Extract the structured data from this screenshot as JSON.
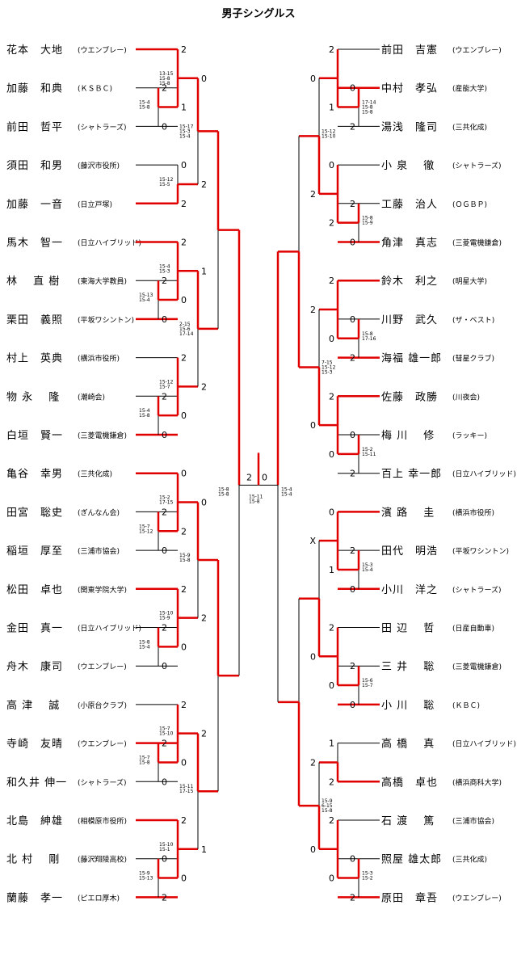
{
  "title": "男子シングルス",
  "left_players": [
    {
      "name": "花本　大地",
      "club": "(ウエンブレー)"
    },
    {
      "name": "加藤　和典",
      "club": "(ＫＳＢＣ)"
    },
    {
      "name": "前田　哲平",
      "club": "(シャトラーズ)"
    },
    {
      "name": "須田　和男",
      "club": "(藤沢市役所)"
    },
    {
      "name": "加藤　一音",
      "club": "(日立戸塚)"
    },
    {
      "name": "馬木　智一",
      "club": "(日立ハイブリッド)"
    },
    {
      "name": "林　 直 樹",
      "club": "(東海大学教員)"
    },
    {
      "name": "栗田　義照",
      "club": "(平坂ワシントン)"
    },
    {
      "name": "村上　英典",
      "club": "(横浜市役所)"
    },
    {
      "name": "物 永　 隆",
      "club": "(潮崎会)"
    },
    {
      "name": "白垣　賢一",
      "club": "(三菱電機鎌倉)"
    },
    {
      "name": "亀谷　幸男",
      "club": "(三共化成)"
    },
    {
      "name": "田宮　聡史",
      "club": "(ぎんなん会)"
    },
    {
      "name": "稲垣　厚至",
      "club": "(三浦市協会)"
    },
    {
      "name": "松田　卓也",
      "club": "(関東学院大学)"
    },
    {
      "name": "金田　真一",
      "club": "(日立ハイブリッド)"
    },
    {
      "name": "舟木　康司",
      "club": "(ウエンブレー)"
    },
    {
      "name": "高 津　 誠",
      "club": "(小原台クラブ)"
    },
    {
      "name": "寺崎　友晴",
      "club": "(ウエンブレー)"
    },
    {
      "name": "和久井 伸一",
      "club": "(シャトラーズ)"
    },
    {
      "name": "北島　紳雄",
      "club": "(相模原市役所)"
    },
    {
      "name": "北 村　 剛",
      "club": "(藤沢翔陵高校)"
    },
    {
      "name": "蘭藤　孝一",
      "club": "(ピエロ厚木)"
    }
  ],
  "right_players": [
    {
      "name": "前田　吉憲",
      "club": "(ウエンブレー)"
    },
    {
      "name": "中村　孝弘",
      "club": "(産能大学)"
    },
    {
      "name": "湯浅　隆司",
      "club": "(三共化成)"
    },
    {
      "name": "小 泉　 徹",
      "club": "(シャトラーズ)"
    },
    {
      "name": "工藤　治人",
      "club": "(ＯＧＢＰ)"
    },
    {
      "name": "角津　真志",
      "club": "(三菱電機鎌倉)"
    },
    {
      "name": "鈴木　利之",
      "club": "(明星大学)"
    },
    {
      "name": "川野　武久",
      "club": "(ザ・ベスト)"
    },
    {
      "name": "海福 雄一郎",
      "club": "(彗星クラブ)"
    },
    {
      "name": "佐藤　政勝",
      "club": "(川夜会)"
    },
    {
      "name": "梅 川　 修",
      "club": "(ラッキー)"
    },
    {
      "name": "百上 幸一郎",
      "club": "(日立ハイブリッド)"
    },
    {
      "name": "濱 路　 圭",
      "club": "(横浜市役所)"
    },
    {
      "name": "田代　明浩",
      "club": "(平坂ワシントン)"
    },
    {
      "name": "小川　洋之",
      "club": "(シャトラーズ)"
    },
    {
      "name": "田 辺　 哲",
      "club": "(日産自動車)"
    },
    {
      "name": "三 井　 聡",
      "club": "(三菱電機鎌倉)"
    },
    {
      "name": "小 川　 聡",
      "club": "(ＫＢＣ)"
    },
    {
      "name": "高 橋　 真",
      "club": "(日立ハイブリッド)"
    },
    {
      "name": "高橋　卓也",
      "club": "(横浜商科大学)"
    },
    {
      "name": "石 渡　 篤",
      "club": "(三浦市協会)"
    },
    {
      "name": "照屋 雄太郎",
      "club": "(三共化成)"
    },
    {
      "name": "原田　章吾",
      "club": "(ウエンブレー)"
    }
  ],
  "left_matches": [
    {
      "scores": [
        "2",
        "0"
      ],
      "games": [
        "15-4",
        "15-8"
      ]
    },
    {
      "scores": [
        "2",
        "1"
      ],
      "games": [
        "13-15",
        "15-8",
        "15-8"
      ]
    },
    {
      "scores": [
        "0",
        "2"
      ],
      "games": [
        "15-12",
        "15-5"
      ]
    },
    {
      "scores": [
        "2",
        "0"
      ],
      "games": [
        "15-13",
        "15-4"
      ]
    },
    {
      "scores": [
        "2",
        "0"
      ],
      "games": [
        "15-4",
        "15-3"
      ]
    },
    {
      "scores": [
        "2",
        "0"
      ],
      "games": [
        "15-4",
        "15-8"
      ]
    },
    {
      "scores": [
        "2",
        "0"
      ],
      "games": [
        "15-12",
        "15-7"
      ]
    },
    {
      "scores": [
        "2",
        "0"
      ],
      "games": [
        "15-7",
        "15-12"
      ]
    },
    {
      "scores": [
        "0",
        "2"
      ],
      "games": [
        "15-2",
        "17-15"
      ]
    },
    {
      "scores": [
        "2",
        "0"
      ],
      "games": [
        "15-8",
        "15-4"
      ]
    },
    {
      "scores": [
        "2",
        "0"
      ],
      "games": [
        "15-10",
        "15-9"
      ]
    },
    {
      "scores": [
        "2",
        "0"
      ],
      "games": [
        "15-7",
        "15-8"
      ]
    },
    {
      "scores": [
        "2",
        "0"
      ],
      "games": [
        "15-7",
        "15-10"
      ]
    },
    {
      "scores": [
        "0",
        "2"
      ],
      "games": [
        "15-9",
        "15-13"
      ]
    },
    {
      "scores": [
        "2",
        "0"
      ],
      "games": [
        "15-10",
        "15-1"
      ]
    },
    {
      "scores": [
        "0",
        "2"
      ],
      "games": [
        "15-17",
        "15-3",
        "15-4"
      ]
    },
    {
      "scores": [
        "1",
        "2"
      ],
      "games": [
        "2-15",
        "15-6",
        "17-14"
      ]
    },
    {
      "scores": [
        "0",
        "2"
      ],
      "games": [
        "15-9",
        "15-8"
      ]
    },
    {
      "scores": [
        "2",
        "1"
      ],
      "games": [
        "15-11",
        "17-15"
      ]
    },
    {
      "scores": [
        "0",
        "2"
      ],
      "games": [
        "15-4",
        "6-15",
        "15-12"
      ]
    },
    {
      "scores": [
        "1",
        "2"
      ],
      "games": []
    },
    {
      "scores": [
        "0",
        "2"
      ],
      "games": [
        "15-9",
        "15-8"
      ]
    },
    {
      "scores": [
        "2",
        "0"
      ],
      "games": [
        "15-9",
        "15-8"
      ]
    }
  ],
  "right_matches": [
    {
      "scores": [
        "0",
        "2"
      ],
      "games": [
        "17-14",
        "15-8",
        "15-8"
      ]
    },
    {
      "scores": [
        "2",
        "1"
      ],
      "games": [
        "7-15",
        "15-8",
        "15-4"
      ]
    },
    {
      "scores": [
        "2",
        "0"
      ],
      "games": [
        "15-8",
        "15-9"
      ]
    },
    {
      "scores": [
        "0",
        "2"
      ],
      "games": [
        "15-3",
        "15-8"
      ]
    },
    {
      "scores": [
        "0",
        "2"
      ],
      "games": [
        "15-8",
        "17-16"
      ]
    },
    {
      "scores": [
        "2",
        "0"
      ],
      "games": [
        "15-1",
        "15-2"
      ]
    },
    {
      "scores": [
        "0",
        "2"
      ],
      "games": [
        "15-2",
        "15-11"
      ]
    },
    {
      "scores": [
        "2",
        "0"
      ],
      "games": [
        "15-4",
        "15-8"
      ]
    },
    {
      "scores": [
        "2",
        "0"
      ],
      "games": [
        "15-3",
        "15-4"
      ]
    },
    {
      "scores": [
        "0",
        "1"
      ],
      "games": [
        "13-15",
        "15-4",
        "15-13"
      ]
    },
    {
      "scores": [
        "2",
        "0"
      ],
      "games": [
        "15-6",
        "15-7"
      ]
    },
    {
      "scores": [
        "2",
        "0"
      ],
      "games": [
        "15-1",
        "15-3"
      ]
    },
    {
      "scores": [
        "1",
        "2"
      ],
      "games": [
        "15-13",
        "4-15",
        "15-13"
      ]
    },
    {
      "scores": [
        "0",
        "2"
      ],
      "games": [
        "15-3",
        "15-2"
      ]
    },
    {
      "scores": [
        "2",
        "0"
      ],
      "games": [
        "15-7",
        "17-15"
      ]
    },
    {
      "scores": [
        "0",
        "2"
      ],
      "games": [
        "15-12",
        "15-10"
      ]
    },
    {
      "scores": [
        "2",
        "0"
      ],
      "games": [
        "7-15",
        "15-12",
        "15-3"
      ]
    },
    {
      "scores": [
        "X",
        "0"
      ],
      "games": []
    },
    {
      "scores": [
        "2",
        "0"
      ],
      "games": [
        "15-9",
        "6-15",
        "15-8"
      ]
    },
    {
      "scores": [
        "2",
        "1"
      ],
      "games": [
        "15-6",
        "15-7"
      ]
    },
    {
      "scores": [
        "1",
        "2"
      ],
      "games": [
        "15-11",
        "15-9"
      ]
    },
    {
      "scores": [
        "2",
        "0"
      ],
      "games": []
    }
  ],
  "final": {
    "scores": [
      "2",
      "0"
    ],
    "games_left": [
      "15-8",
      "15-8"
    ],
    "games_mid": [
      "15-11",
      "15-8"
    ],
    "games_right": [
      "15-4",
      "15-4"
    ]
  },
  "colors": {
    "winner_line": "#e00000",
    "loser_line": "#000000",
    "text": "#000000"
  }
}
